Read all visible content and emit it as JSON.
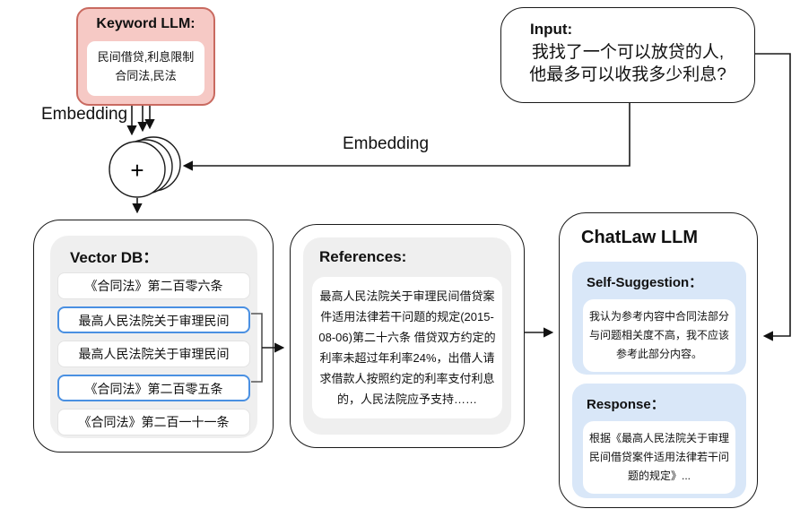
{
  "keyword_llm": {
    "title": "Keyword LLM:",
    "line1": "民间借贷,利息限制",
    "line2": "合同法,民法"
  },
  "input": {
    "title": "Input:",
    "line1": "我找了一个可以放贷的人,",
    "line2": "他最多可以收我多少利息?"
  },
  "labels": {
    "embedding_left": "Embedding",
    "embedding_mid": "Embedding",
    "sum_symbol": "+"
  },
  "vector_db": {
    "title": "Vector DB：",
    "items": [
      {
        "label": "《合同法》第二百零六条",
        "highlighted": false
      },
      {
        "label": "最高人民法院关于审理民间",
        "highlighted": true
      },
      {
        "label": "最高人民法院关于审理民间",
        "highlighted": false
      },
      {
        "label": "《合同法》第二百零五条",
        "highlighted": true
      },
      {
        "label": "《合同法》第二百一十一条",
        "highlighted": false
      }
    ]
  },
  "references": {
    "title": "References:",
    "text": "最高人民法院关于审理民间借贷案件适用法律若干问题的规定(2015-08-06)第二十六条 借贷双方约定的利率未超过年利率24%，出借人请求借款人按照约定的利率支付利息的，人民法院应予支持……"
  },
  "chatlaw": {
    "title": "ChatLaw LLM",
    "self_suggestion": {
      "title": "Self-Suggestion：",
      "text": "我认为参考内容中合同法部分与问题相关度不高，我不应该参考此部分内容。"
    },
    "response": {
      "title": "Response：",
      "text": "根据《最高人民法院关于审理民间借贷案件适用法律若干问题的规定》..."
    }
  },
  "colors": {
    "pink_fill": "#f6c9c5",
    "pink_border": "#c96a60",
    "highlight_blue": "#4a90e2",
    "panel_blue": "#d9e7f8",
    "panel_grey": "#efefef",
    "line_dark": "#1a1a1a"
  }
}
